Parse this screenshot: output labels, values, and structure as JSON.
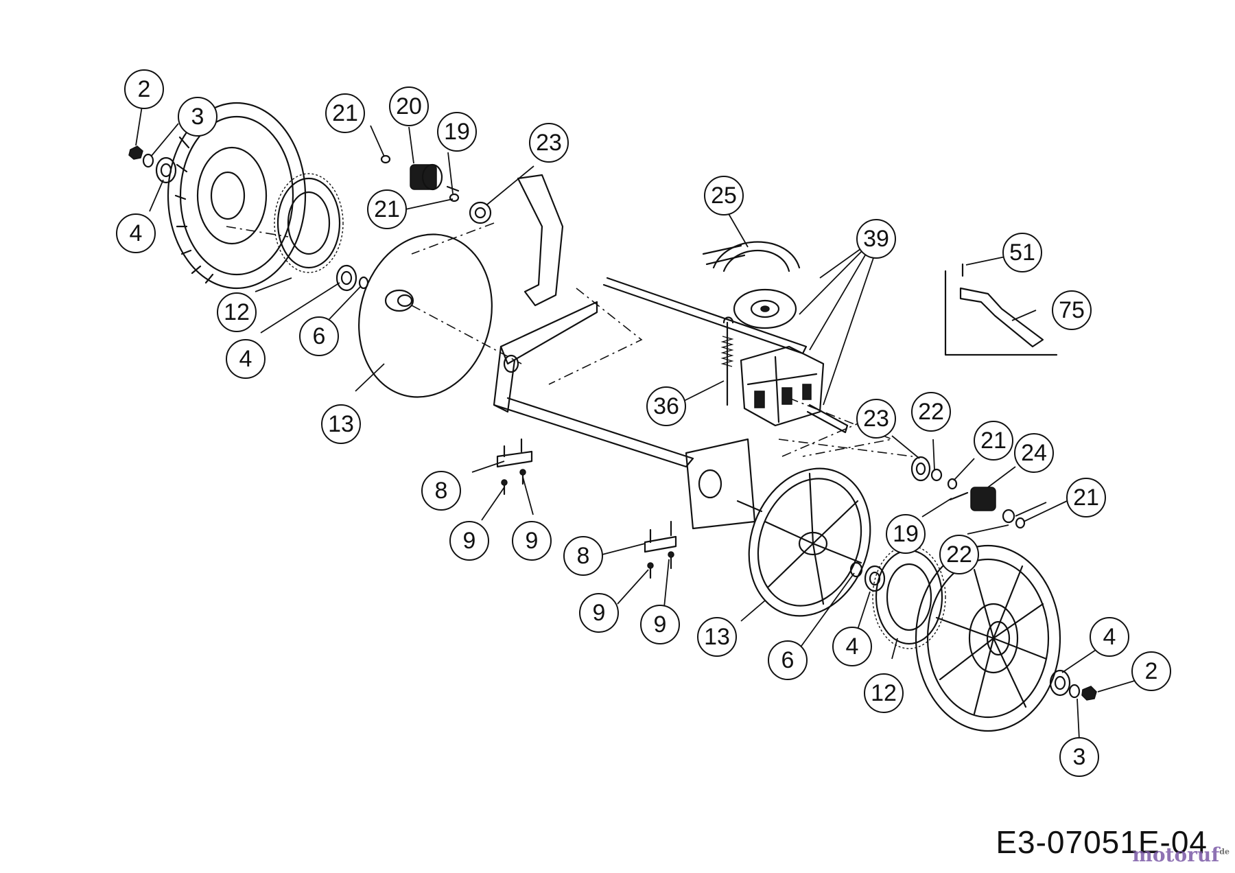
{
  "drawing_code": "E3-07051E-04",
  "watermark": "motoruf",
  "watermark_suffix": "de",
  "callouts": [
    {
      "label": "2"
    },
    {
      "label": "3"
    },
    {
      "label": "4"
    },
    {
      "label": "12"
    },
    {
      "label": "4"
    },
    {
      "label": "6"
    },
    {
      "label": "13"
    },
    {
      "label": "21"
    },
    {
      "label": "20"
    },
    {
      "label": "19"
    },
    {
      "label": "21"
    },
    {
      "label": "23"
    },
    {
      "label": "25"
    },
    {
      "label": "39"
    },
    {
      "label": "51"
    },
    {
      "label": "75"
    },
    {
      "label": "36"
    },
    {
      "label": "23"
    },
    {
      "label": "22"
    },
    {
      "label": "21"
    },
    {
      "label": "24"
    },
    {
      "label": "19"
    },
    {
      "label": "21"
    },
    {
      "label": "22"
    },
    {
      "label": "8"
    },
    {
      "label": "9"
    },
    {
      "label": "9"
    },
    {
      "label": "8"
    },
    {
      "label": "9"
    },
    {
      "label": "9"
    },
    {
      "label": "13"
    },
    {
      "label": "6"
    },
    {
      "label": "4"
    },
    {
      "label": "12"
    },
    {
      "label": "4"
    },
    {
      "label": "2"
    },
    {
      "label": "3"
    }
  ]
}
